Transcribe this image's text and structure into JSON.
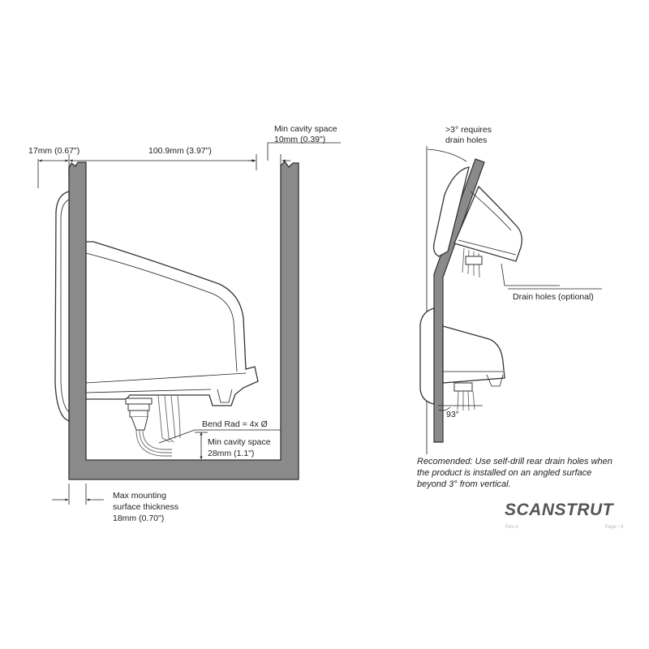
{
  "diagram": {
    "left": {
      "dim_side": "17mm (0.67\")",
      "dim_width": "100.9mm (3.97\")",
      "min_cavity_top_line1": "Min cavity space",
      "min_cavity_top_line2": "10mm (0.39\")",
      "bend_radius": "Bend Rad = 4x Ø",
      "min_cavity_bottom_line1": "Min cavity space",
      "min_cavity_bottom_line2": "28mm (1.1\")",
      "max_mount_line1": "Max mounting",
      "max_mount_line2": "surface thickness",
      "max_mount_line3": "18mm (0.70\")"
    },
    "right": {
      "angle_note_line1": ">3° requires",
      "angle_note_line2": "drain holes",
      "drain_holes": "Drain holes (optional)",
      "angle_93": "93°",
      "recommend_line1": "Recomended: Use self-drill rear drain holes when",
      "recommend_line2": "the product is installed on an angled surface",
      "recommend_line3": "beyond 3° from vertical."
    },
    "brand": {
      "logo": "SCANSTRUT",
      "footer_left": "Rev A",
      "footer_right": "Page / 9"
    }
  },
  "colors": {
    "panel_fill": "#8a8a8a",
    "line": "#222222"
  }
}
